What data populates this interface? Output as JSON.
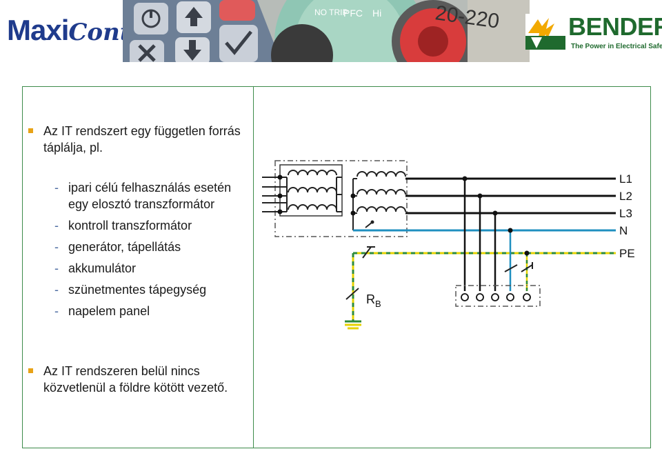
{
  "header": {
    "logo_maxi": "Maxi",
    "logo_cont": "Cont",
    "brand_name": "BENDER",
    "brand_tagline": "The Power in Electrical Safety®",
    "photo_text_trip": "NO TRIP",
    "photo_text_pfc": "PFC",
    "photo_text_hi": "Hi",
    "photo_text_voltage": "20-220"
  },
  "left_panel": {
    "bullet1": "Az IT rendszert egy független forrás táplálja, pl.",
    "sources": [
      "ipari célú felhasználás esetén egy elosztó transzformátor",
      "kontroll transzformátor",
      "generátor, tápellátás",
      "akkumulátor",
      "szünetmentes tápegység",
      "napelem panel"
    ],
    "dash": "-",
    "bullet2": "Az IT rendszeren belül nincs közvetlenül a földre kötött vezető."
  },
  "diagram": {
    "lines": [
      "L1",
      "L2",
      "L3",
      "N",
      "PE"
    ],
    "rb_main": "R",
    "rb_sub": "B"
  },
  "colors": {
    "accent_bullet": "#e8a317",
    "panel_border": "#3d8b4a",
    "neutral": "#1f8fbf",
    "pe_yellow": "#e6d200",
    "pe_green": "#2e8b3a",
    "logo_blue": "#1f3b8c",
    "brand_green": "#1f6a2e"
  }
}
